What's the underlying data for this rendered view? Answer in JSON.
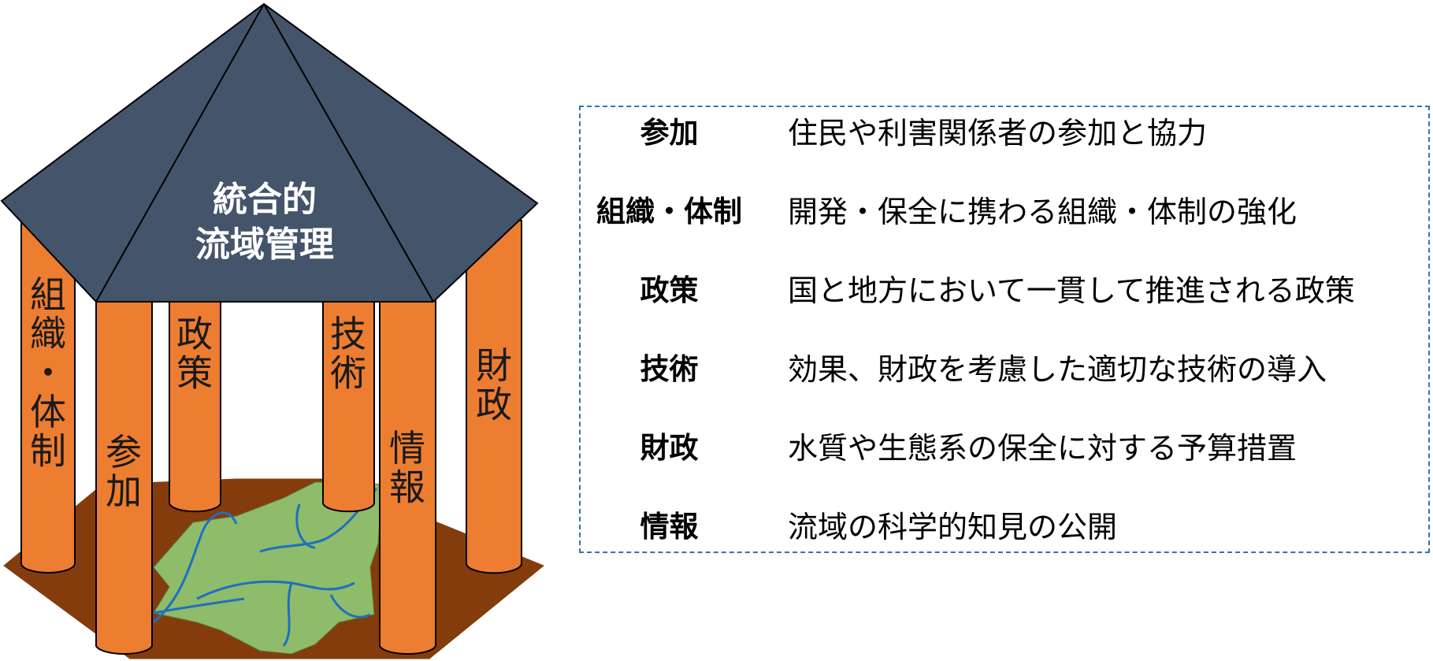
{
  "roof": {
    "line1": "統合的",
    "line2": "流域管理"
  },
  "pillars": {
    "soshiki": "組織・体制",
    "seisaku": "政策",
    "gijutsu": "技術",
    "zaisei": "財政",
    "sanka": "参加",
    "jouhou": "情報"
  },
  "legend": [
    {
      "term": "参加",
      "description": "住民や利害関係者の参加と協力"
    },
    {
      "term": "組織・体制",
      "description": "開発・保全に携わる組織・体制の強化"
    },
    {
      "term": "政策",
      "description": "国と地方において一貫して推進される政策"
    },
    {
      "term": "技術",
      "description": "効果、財政を考慮した適切な技術の導入"
    },
    {
      "term": "財政",
      "description": "水質や生態系の保全に対する予算措置"
    },
    {
      "term": "情報",
      "description": "流域の科学的知見の公開"
    }
  ],
  "colors": {
    "roof": "#44546a",
    "pillar": "#ed7d31",
    "ground": "#843c0c",
    "basin": "#8fbc6a",
    "river": "#1f6fc0",
    "legend_border": "#2e75b6"
  }
}
